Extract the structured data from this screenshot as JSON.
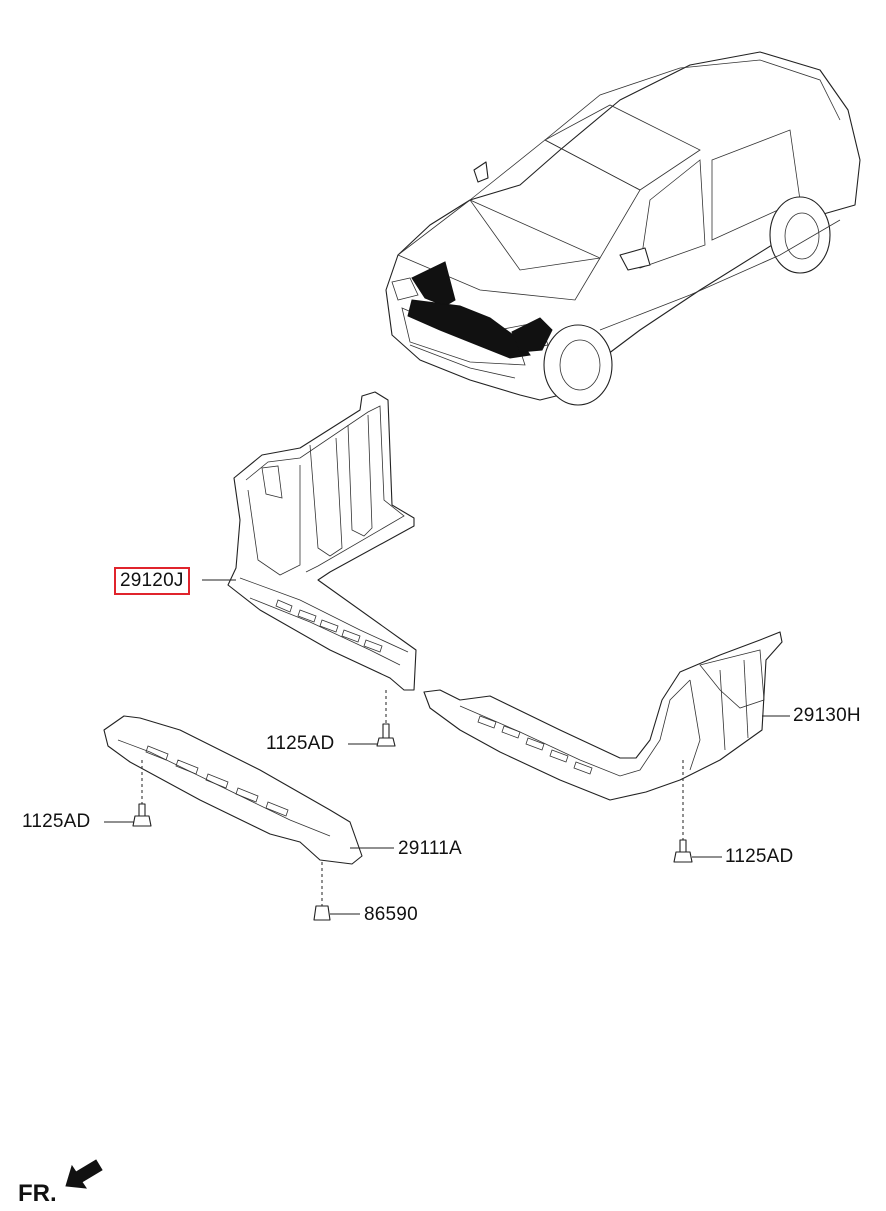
{
  "parts": [
    {
      "id": "p1",
      "number": "29120J",
      "highlighted": true
    },
    {
      "id": "p2",
      "number": "29130H",
      "highlighted": false
    },
    {
      "id": "p3",
      "number": "29111A",
      "highlighted": false
    },
    {
      "id": "p4",
      "number": "1125AD",
      "highlighted": false
    },
    {
      "id": "p5",
      "number": "1125AD",
      "highlighted": false
    },
    {
      "id": "p6",
      "number": "1125AD",
      "highlighted": false
    },
    {
      "id": "p7",
      "number": "86590",
      "highlighted": false
    }
  ],
  "direction_label": "FR.",
  "colors": {
    "highlight": "#e0242c",
    "line": "#222222",
    "fill_dark": "#111111"
  }
}
